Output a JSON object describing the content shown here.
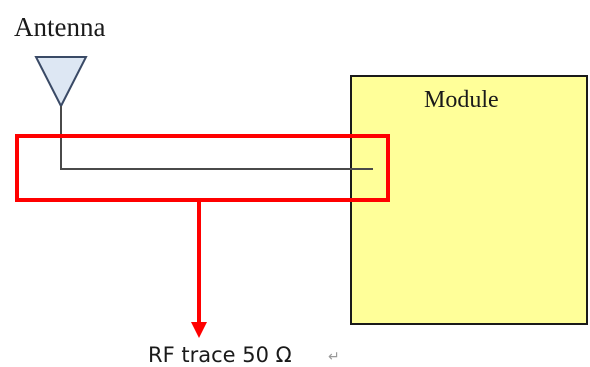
{
  "labels": {
    "antenna": "Antenna",
    "module": "Module",
    "rf_trace": "RF trace 50 Ω",
    "return_mark": "↵"
  },
  "colors": {
    "module_fill": "#ffff99",
    "module_border": "#1a1a1a",
    "antenna_fill": "#dde7f3",
    "antenna_stroke": "#3a4a66",
    "trace_line": "#4a4a4a",
    "highlight": "#ff0000",
    "text": "#1a1a1a"
  },
  "icons": {
    "antenna": "antenna-triangle-icon",
    "arrow": "arrow-down-icon"
  }
}
